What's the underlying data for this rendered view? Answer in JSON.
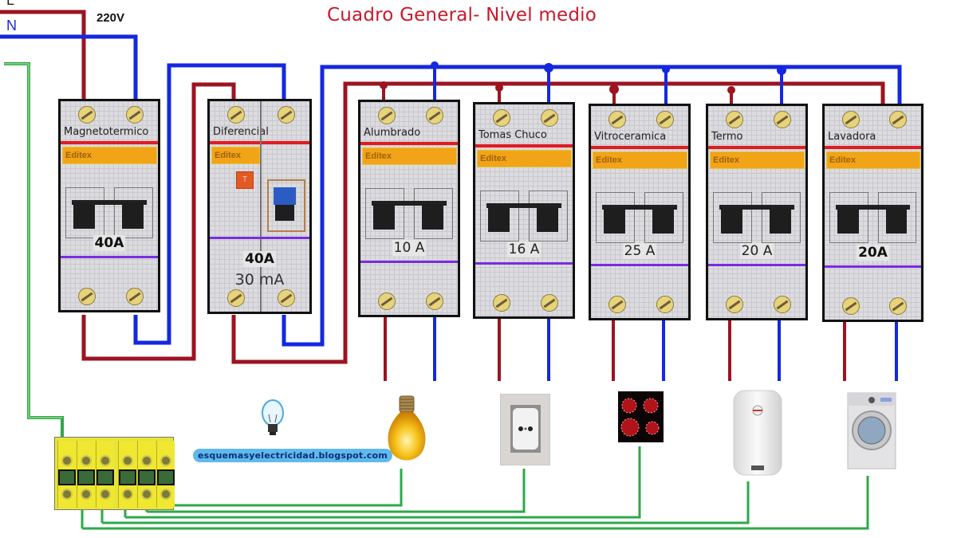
{
  "title": "Cuadro General- Nivel medio",
  "supply": {
    "line_label": "L",
    "neutral_label": "N",
    "voltage": "220V"
  },
  "colors": {
    "phase": "#9b1420",
    "neutral": "#1428e0",
    "earth": "#2ea84a",
    "title": "#c8192b"
  },
  "breakers": [
    {
      "name": "Magnetotermico",
      "brand": "Editex",
      "rating": "40A",
      "type": "mcb",
      "highlight": true
    },
    {
      "name": "Diferencial",
      "brand": "Editex",
      "rating": "40A",
      "sensitivity": "30 mA",
      "type": "rcd",
      "highlight": true
    },
    {
      "name": "Alumbrado",
      "brand": "Editex",
      "rating": "10 A",
      "type": "mcb",
      "highlight": false
    },
    {
      "name": "Tomas Chuco",
      "brand": "Editex",
      "rating": "16 A",
      "type": "mcb",
      "highlight": false
    },
    {
      "name": "Vitroceramica",
      "brand": "Editex",
      "rating": "25 A",
      "type": "mcb",
      "highlight": false
    },
    {
      "name": "Termo",
      "brand": "Editex",
      "rating": "20 A",
      "type": "mcb",
      "highlight": false
    },
    {
      "name": "Lavadora",
      "brand": "Editex",
      "rating": "20A",
      "type": "mcb",
      "highlight": true
    }
  ],
  "loads": [
    {
      "name": "light-bulb",
      "icon": "light-bulb-icon"
    },
    {
      "name": "wall-socket",
      "icon": "socket-icon"
    },
    {
      "name": "ceramic-hob",
      "icon": "hob-icon"
    },
    {
      "name": "water-heater",
      "icon": "water-heater-icon"
    },
    {
      "name": "washing-machine",
      "icon": "washing-machine-icon"
    }
  ],
  "watermark": "esquemasyelectricidad.blogspot.com",
  "earth_bar": {
    "name": "earth-terminal-block"
  }
}
